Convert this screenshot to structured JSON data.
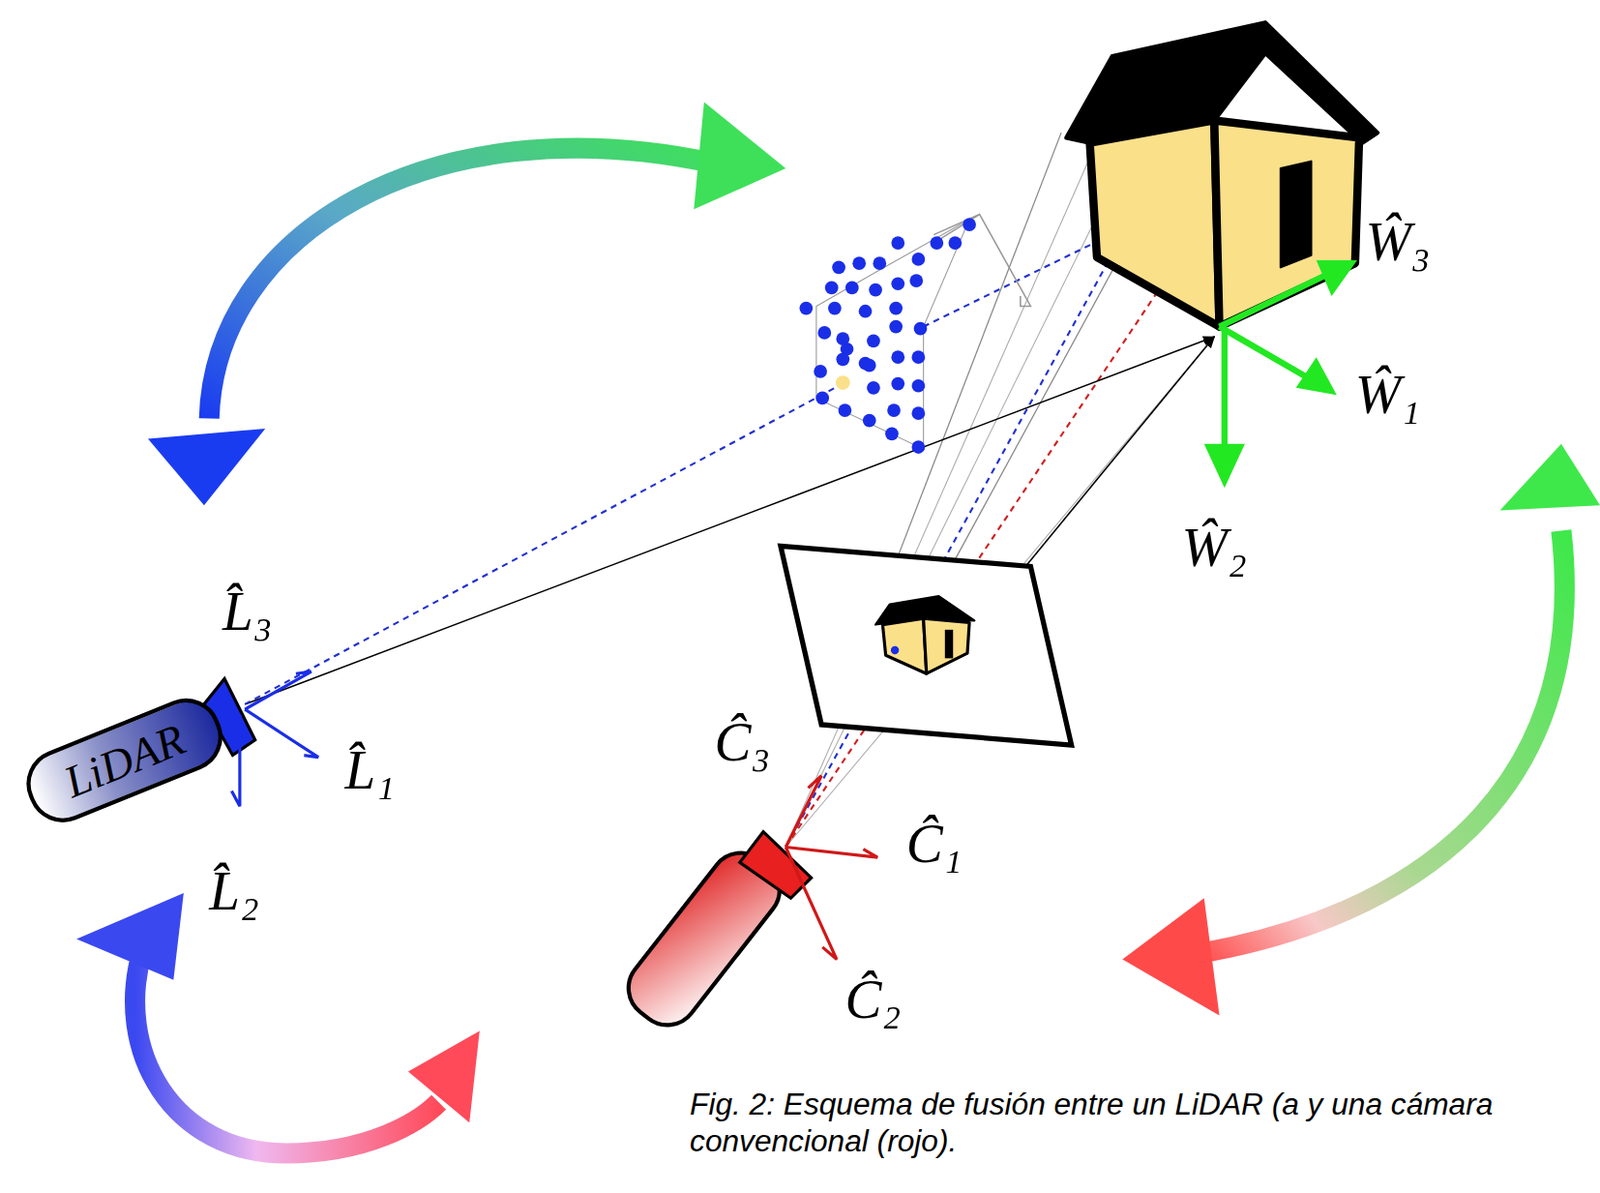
{
  "diagram": {
    "caption": "Fig. 2: Esquema de fusión entre un LiDAR (a y una cámara convencional (rojo).",
    "nodes": [
      {
        "text": [
          "LiDAR"
        ]
      }
    ],
    "edges": [],
    "labels": [
      "L̂₃",
      "L̂₁",
      "L̂₂",
      "Ĉ₃",
      "Ĉ₁",
      "Ĉ₂",
      "Ŵ₃",
      "Ŵ₁",
      "Ŵ₂"
    ]
  }
}
